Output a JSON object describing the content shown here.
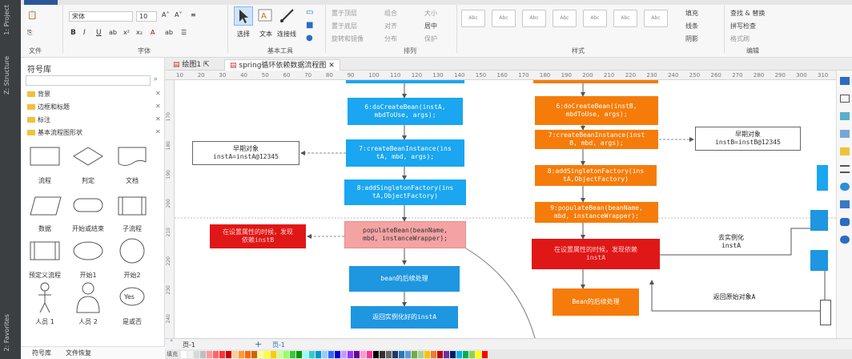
{
  "ide": {
    "tabs": [
      "1: Project",
      "Z: Structure",
      "2: Favorites"
    ]
  },
  "ribbon": {
    "tab_active": "开始",
    "font_name": "宋体",
    "font_size": "10",
    "groups": {
      "file": "文件",
      "font": "字体",
      "basic_tools": "基本工具",
      "arrange": "排列",
      "style": "样式",
      "edit": "编辑"
    },
    "tools": {
      "select": "选择",
      "text": "文本",
      "connector": "连接线"
    },
    "arrange": {
      "top": "置于顶层",
      "bottom": "置于底层",
      "rotate": "旋转和镜像",
      "group": "组合",
      "align": "对齐",
      "distribute": "分布",
      "size": "大小",
      "center": "居中",
      "protect": "保护"
    },
    "style": {
      "fill": "填充",
      "line": "线条",
      "shadow": "阴影"
    },
    "edit": {
      "find_replace": "查找 & 替换",
      "spell": "拼写检查",
      "format_painter": "格式刷"
    },
    "style_box_text": "Abc"
  },
  "library": {
    "title": "符号库",
    "categories": [
      "背景",
      "边框和标题",
      "标注",
      "基本流程图形状"
    ],
    "shapes": [
      "流程",
      "判定",
      "文档",
      "数据",
      "开始或结束",
      "子流程",
      "预定义流程",
      "开始1",
      "开始2",
      "人员 1",
      "人员 2",
      "是或否"
    ],
    "yes_shape": "Yes",
    "bottom_tabs": [
      "符号库",
      "文件恢复"
    ]
  },
  "doc_tabs": [
    "绘图1",
    "spring循环依赖数据流程图"
  ],
  "ruler": {
    "h": [
      "10",
      "20",
      "30",
      "40",
      "50",
      "60",
      "70",
      "80",
      "90",
      "100",
      "110",
      "120",
      "130",
      "140",
      "150",
      "160",
      "170",
      "180",
      "190",
      "200",
      "210",
      "220",
      "230",
      "240",
      "250",
      "260",
      "270",
      "280",
      "290",
      "300",
      "310"
    ],
    "v": [
      "170",
      "180",
      "190",
      "200",
      "210",
      "220",
      "230",
      "240"
    ]
  },
  "diagram": {
    "left": {
      "create_bean": "6:doCreateBean(instA,\nmbdToUse, args);",
      "create_instance": "7:createBeanInstance(ins\ntA, mbd, args);",
      "add_factory": "8:addSingletonFactory(ins\ntA,ObjectFactory)",
      "populate": "populateBean(beanName,\nmbd, instanceWrapper);",
      "post_process": "bean的后续处理",
      "return_instance": "返回实例化好的instA",
      "early_note": "早期对象\ninstA=instA@12345",
      "red_box": "在设置属性的时候，发现\n依赖instB"
    },
    "right": {
      "create_bean": "6:doCreateBean(instB,\nmbdToUse, args);",
      "create_instance": "7:createBeanInstance(inst\nB, mbd, args);",
      "add_factory": "8:addSingletonFactory(ins\ntA,ObjectFactory)",
      "populate": "9:populateBean(beanName,\nmbd, instanceWrapper);",
      "red_box": "在设置属性的时候，发现依赖\ninstA",
      "post_process": "Bean的后续处理",
      "early_note": "早期对象\ninstB=instB@12345",
      "to_instantiate": "去实例化\ninstA",
      "return_original": "返回原始对象A"
    }
  },
  "pagebar": {
    "page1": "页-1",
    "page1b": "页-1",
    "add": "+"
  },
  "palette_label": "填充",
  "colors": {
    "blue": "#1aa6f0",
    "orange": "#f57c0a",
    "red": "#e01717",
    "pink": "#f4a3a3",
    "palette": [
      "#ffffff",
      "#f2f2f2",
      "#d9d9d9",
      "#bfbfbf",
      "#ff9999",
      "#ff6666",
      "#ff3333",
      "#cc0000",
      "#ffcc99",
      "#ff9933",
      "#ff6600",
      "#cc6600",
      "#ffff99",
      "#ffff33",
      "#ffcc00",
      "#ccff99",
      "#99ff66",
      "#33cc33",
      "#009900",
      "#99ffff",
      "#33cccc",
      "#0099cc",
      "#99ccff",
      "#3366ff",
      "#0000cc",
      "#cc99ff",
      "#9933ff",
      "#660099",
      "#ff99cc",
      "#ff3399",
      "#000000",
      "#333333",
      "#666666",
      "#1f3864",
      "#2e75b6",
      "#5b9bd5",
      "#70ad47",
      "#a9d18e",
      "#ffc000",
      "#ed7d31",
      "#c00000",
      "#7030a0",
      "#002060",
      "#00b0f0",
      "#00b050",
      "#92d050",
      "#ffff00",
      "#ff0000"
    ]
  }
}
